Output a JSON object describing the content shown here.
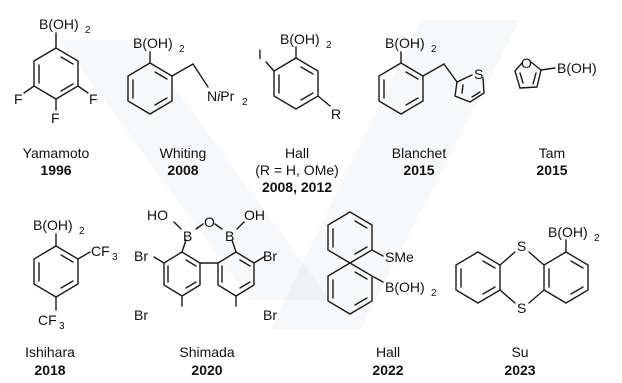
{
  "compounds": [
    {
      "author": "Yamamoto",
      "year": "1996"
    },
    {
      "author": "Whiting",
      "year": "2008"
    },
    {
      "author": "Hall",
      "note": "(R = H, OMe)",
      "year": "2008, 2012"
    },
    {
      "author": "Blanchet",
      "year": "2015"
    },
    {
      "author": "Tam",
      "year": "2015"
    },
    {
      "author": "Ishihara",
      "year": "2018"
    },
    {
      "author": "Shimada",
      "year": "2020"
    },
    {
      "author": "Hall",
      "year": "2022"
    },
    {
      "author": "Su",
      "year": "2023"
    }
  ],
  "atoms": {
    "boron": "B(OH)",
    "sub_2": "2",
    "fluorine": "F",
    "iodine": "I",
    "r_group": "R",
    "amine": "N",
    "amine_italic": "i",
    "amine_pr": "Pr",
    "sulfur": "S",
    "oxygen": "O",
    "cf": "CF",
    "sub_3": "3",
    "bromine": "Br",
    "ho": "HO",
    "oh": "OH",
    "b": "B",
    "sme": "SMe"
  }
}
